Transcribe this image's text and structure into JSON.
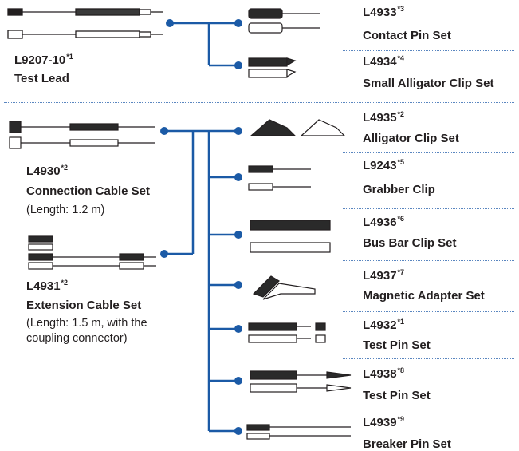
{
  "colors": {
    "connector": "#1b5aa6",
    "separator": "#5a86c0",
    "text": "#231f20"
  },
  "sources": [
    {
      "code": "L9207-10",
      "sup": "*1",
      "name": "Test Lead",
      "note": []
    },
    {
      "code": "L4930",
      "sup": "*2",
      "name": "Connection Cable Set",
      "note": [
        "(Length: 1.2 m)"
      ]
    },
    {
      "code": "L4931",
      "sup": "*2",
      "name": "Extension Cable Set",
      "note": [
        "(Length: 1.5 m, with the",
        "coupling connector)"
      ]
    }
  ],
  "accessories": [
    {
      "code": "L4933",
      "sup": "*3",
      "name": "Contact Pin Set"
    },
    {
      "code": "L4934",
      "sup": "*4",
      "name": "Small Alligator Clip Set"
    },
    {
      "code": "L4935",
      "sup": "*2",
      "name": "Alligator Clip Set"
    },
    {
      "code": "L9243",
      "sup": "*5",
      "name": "Grabber Clip"
    },
    {
      "code": "L4936",
      "sup": "*6",
      "name": "Bus Bar Clip Set"
    },
    {
      "code": "L4937",
      "sup": "*7",
      "name": "Magnetic Adapter Set"
    },
    {
      "code": "L4932",
      "sup": "*1",
      "name": "Test Pin Set"
    },
    {
      "code": "L4938",
      "sup": "*8",
      "name": "Test Pin Set"
    },
    {
      "code": "L4939",
      "sup": "*9",
      "name": "Breaker Pin Set"
    }
  ]
}
